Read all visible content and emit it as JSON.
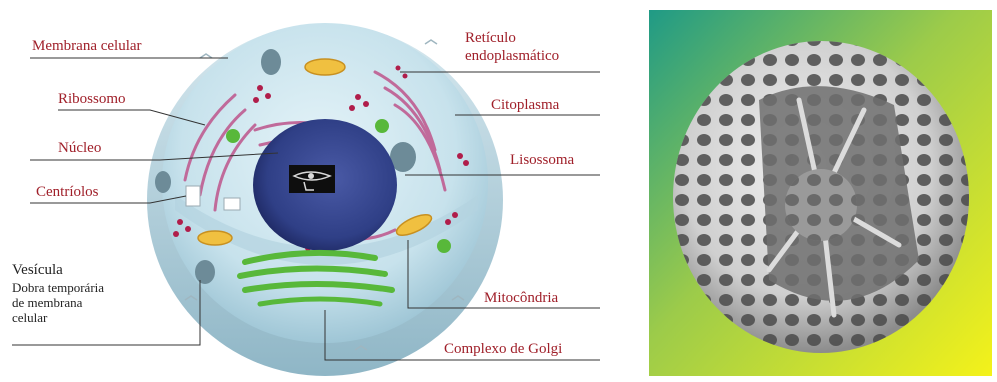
{
  "colors": {
    "label_red": "#a0202a",
    "label_dark": "#222222",
    "cytoplasm": "#c7e2ec",
    "nucleus": "#2f3f86",
    "golgi": "#58b83a",
    "mitochondria": "#f0c040",
    "reticulum": "#c06a9a",
    "bg_green": "#1f9a86",
    "bg_yellow": "#f4f21a"
  },
  "icons": {
    "nucleus_emblem": "eye-of-horus-icon"
  },
  "labels": {
    "membrana": "Membrana celular",
    "reticulo_1": "Retículo",
    "reticulo_2": "endoplasmático",
    "ribossomo": "Ribossomo",
    "citoplasma": "Citoplasma",
    "nucleo": "Núcleo",
    "lisossoma": "Lisossoma",
    "centriolos": "Centríolos",
    "vesicula": "Vesícula",
    "vesicula_desc_1": "Dobra temporária",
    "vesicula_desc_2": "de membrana",
    "vesicula_desc_3": "celular",
    "mitocondria": "Mitocôndria",
    "golgi": "Complexo de Golgi"
  }
}
